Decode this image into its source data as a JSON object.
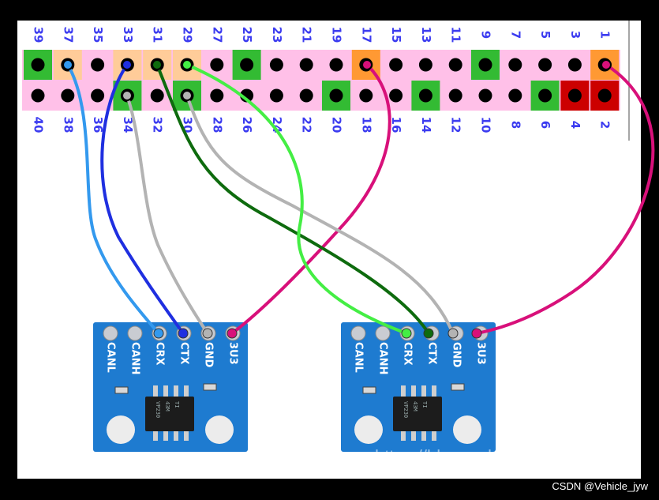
{
  "colors": {
    "header_bg": "#ffc0e8",
    "pin_3v3": "#ff9933",
    "pin_5v": "#cc0000",
    "pin_gnd": "#33bb33",
    "pin_gpio_used": "#ffcc99",
    "board_blue": "#1e7bd0",
    "wire_light_blue": "#3399ee",
    "wire_blue": "#1f2fe0",
    "wire_gray": "#b3b3b3",
    "wire_dark_green": "#0e6b0e",
    "wire_bright_green": "#44ee44",
    "wire_magenta": "#d8107a"
  },
  "header": {
    "top_labels": [
      "39",
      "37",
      "35",
      "33",
      "31",
      "29",
      "27",
      "25",
      "23",
      "21",
      "19",
      "17",
      "15",
      "13",
      "11",
      "9",
      "7",
      "5",
      "3",
      "1"
    ],
    "bottom_labels": [
      "40",
      "38",
      "36",
      "34",
      "32",
      "30",
      "28",
      "26",
      "24",
      "22",
      "20",
      "18",
      "16",
      "14",
      "12",
      "10",
      "8",
      "6",
      "4",
      "2"
    ],
    "top_colors": [
      "gnd",
      "used",
      "none",
      "used",
      "used",
      "used",
      "none",
      "gnd",
      "none",
      "none",
      "none",
      "p3v3",
      "none",
      "none",
      "none",
      "gnd",
      "none",
      "none",
      "none",
      "p3v3"
    ],
    "bottom_colors": [
      "none",
      "none",
      "none",
      "gnd",
      "none",
      "gnd",
      "none",
      "none",
      "none",
      "none",
      "gnd",
      "none",
      "none",
      "gnd",
      "none",
      "none",
      "none",
      "gnd",
      "p5v",
      "p5v"
    ]
  },
  "modules": [
    {
      "pins": [
        "CANL",
        "CANH",
        "CRX",
        "CTX",
        "GND",
        "3U3"
      ],
      "chip_text": [
        "VP230",
        "43M",
        "TI"
      ]
    },
    {
      "pins": [
        "CANL",
        "CANH",
        "CRX",
        "CTX",
        "GND",
        "3U3"
      ],
      "chip_text": [
        "VP230",
        "43M",
        "TI"
      ]
    }
  ],
  "watermark": "https://blog.csdn.net/weifengdq",
  "credit": "CSDN @Vehicle_jyw"
}
